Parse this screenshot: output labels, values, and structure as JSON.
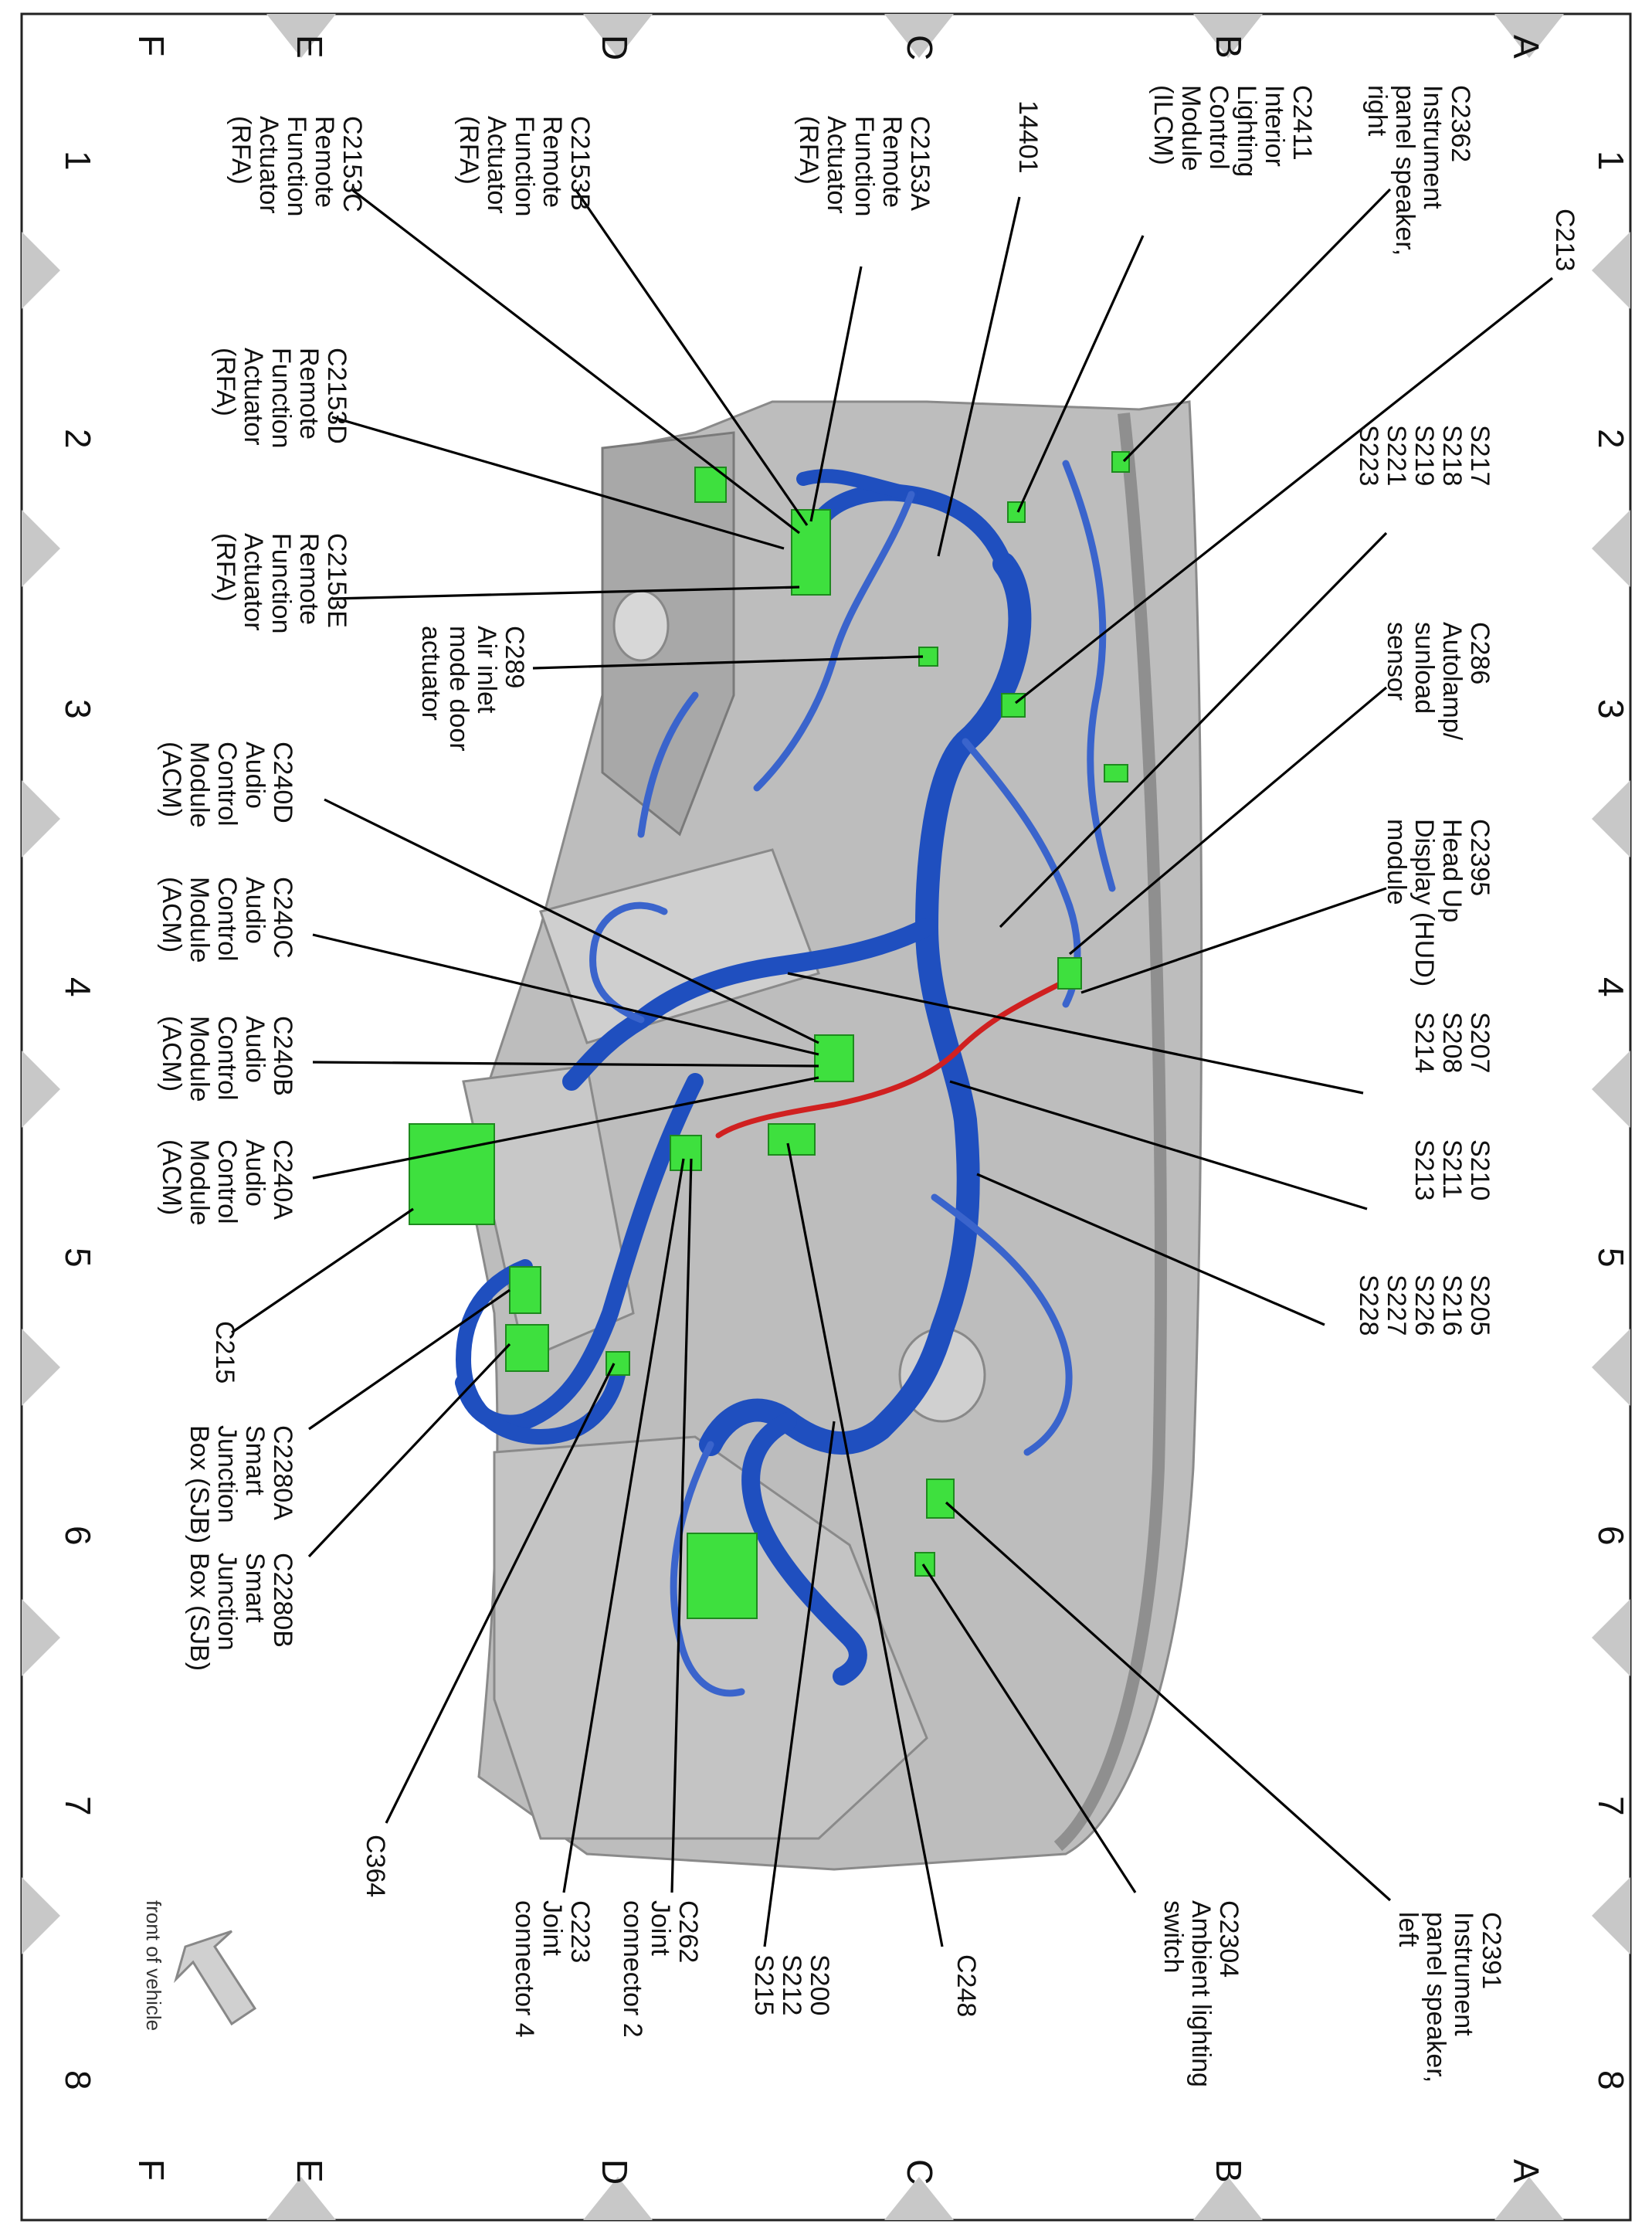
{
  "grid": {
    "columns": [
      "1",
      "2",
      "3",
      "4",
      "5",
      "6",
      "7",
      "8"
    ],
    "rows": [
      "A",
      "B",
      "C",
      "D",
      "E",
      "F"
    ]
  },
  "labels": {
    "c2362": [
      "C2362",
      "Instrument",
      "panel speaker,",
      "right"
    ],
    "c213": [
      "C213"
    ],
    "c2411": [
      "C2411",
      "Interior",
      "Lighting",
      "Control",
      "Module",
      "(ILCM)"
    ],
    "n14401": [
      "14401"
    ],
    "c2153a": [
      "C2153A",
      "Remote",
      "Function",
      "Actuator",
      "(RFA)"
    ],
    "c2153b": [
      "C2153B",
      "Remote",
      "Function",
      "Actuator",
      "(RFA)"
    ],
    "c2153c": [
      "C2153C",
      "Remote",
      "Function",
      "Actuator",
      "(RFA)"
    ],
    "s217": [
      "S217",
      "S218",
      "S219",
      "S221",
      "S223"
    ],
    "c2153d": [
      "C2153D",
      "Remote",
      "Function",
      "Actuator",
      "(RFA)"
    ],
    "c2153e": [
      "C2153E",
      "Remote",
      "Function",
      "Actuator",
      "(RFA)"
    ],
    "c289": [
      "C289",
      "Air inlet",
      "mode door",
      "actuator"
    ],
    "c286": [
      "C286",
      "Autolamp/",
      "sunload",
      "sensor"
    ],
    "c2395": [
      "C2395",
      "Head Up",
      "Display (HUD)",
      "module"
    ],
    "c240d": [
      "C240D",
      "Audio",
      "Control",
      "Module",
      "(ACM)"
    ],
    "c240c": [
      "C240C",
      "Audio",
      "Control",
      "Module",
      "(ACM)"
    ],
    "c240b": [
      "C240B",
      "Audio",
      "Control",
      "Module",
      "(ACM)"
    ],
    "c240a": [
      "C240A",
      "Audio",
      "Control",
      "Module",
      "(ACM)"
    ],
    "s207": [
      "S207",
      "S208",
      "S214"
    ],
    "s210": [
      "S210",
      "S211",
      "S213"
    ],
    "s205": [
      "S205",
      "S216",
      "S226",
      "S227",
      "S228"
    ],
    "c215": [
      "C215"
    ],
    "c2280a": [
      "C2280A",
      "Smart",
      "Junction",
      "Box (SJB)"
    ],
    "c2280b": [
      "C2280B",
      "Smart",
      "Junction",
      "Box (SJB)"
    ],
    "c364": [
      "C364"
    ],
    "c223": [
      "C223",
      "Joint",
      "connector 4"
    ],
    "c262": [
      "C262",
      "Joint",
      "connector 2"
    ],
    "s200": [
      "S200",
      "S212",
      "S215"
    ],
    "c248": [
      "C248"
    ],
    "c2304": [
      "C2304",
      "Ambient lighting",
      "switch"
    ],
    "c2391": [
      "C2391",
      "Instrument",
      "panel speaker,",
      "left"
    ]
  },
  "front_of_vehicle": "front of vehicle",
  "colors": {
    "harness": "#1f4fbf",
    "connector": "#3ee03e",
    "panel": "#bdbdbd",
    "red_wire": "#d02020"
  }
}
